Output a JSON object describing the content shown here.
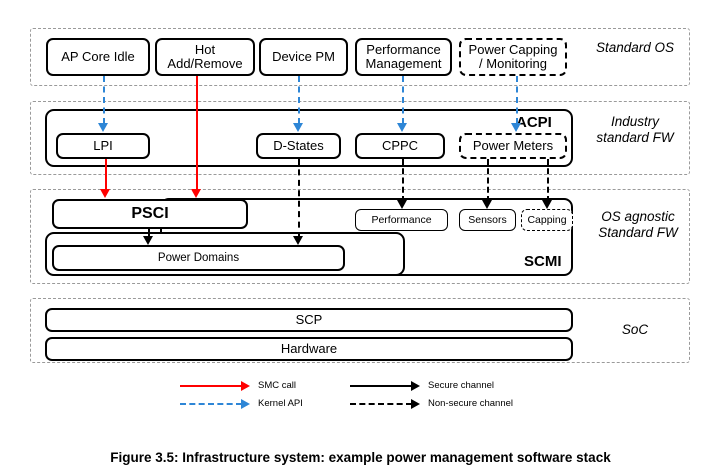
{
  "figure": {
    "caption": "Figure 3.5: Infrastructure system: example power management software stack"
  },
  "layers": [
    {
      "id": "standard-os",
      "label": "Standard\nOS"
    },
    {
      "id": "industry-fw",
      "label": "Industry\nstandard\nFW"
    },
    {
      "id": "os-agnostic-fw",
      "label": "OS agnostic\nStandard\nFW"
    },
    {
      "id": "soc",
      "label": "SoC"
    }
  ],
  "os_layer": {
    "nodes": [
      {
        "id": "ap-core-idle",
        "label": "AP Core Idle"
      },
      {
        "id": "hot-add-remove",
        "label": "Hot\nAdd/Remove"
      },
      {
        "id": "device-pm",
        "label": "Device PM"
      },
      {
        "id": "performance-management",
        "label": "Performance\nManagement"
      },
      {
        "id": "power-capping-monitoring",
        "label": "Power Capping\n/ Monitoring"
      }
    ]
  },
  "acpi_layer": {
    "title": "ACPI",
    "nodes": [
      {
        "id": "lpi",
        "label": "LPI"
      },
      {
        "id": "d-states",
        "label": "D-States"
      },
      {
        "id": "cppc",
        "label": "CPPC"
      },
      {
        "id": "power-meters",
        "label": "Power Meters"
      }
    ]
  },
  "fw_layer": {
    "psci_title": "PSCI",
    "scmi_title": "SCMI",
    "nodes": [
      {
        "id": "psci",
        "label": "PSCI"
      },
      {
        "id": "power-domains",
        "label": "Power Domains"
      },
      {
        "id": "performance",
        "label": "Performance"
      },
      {
        "id": "sensors",
        "label": "Sensors"
      },
      {
        "id": "capping",
        "label": "Capping"
      }
    ]
  },
  "soc_layer": {
    "nodes": [
      {
        "id": "scp",
        "label": "SCP"
      },
      {
        "id": "hardware",
        "label": "Hardware"
      }
    ]
  },
  "legend": {
    "items": [
      {
        "id": "smc-call",
        "label": "SMC call",
        "style": "solid",
        "color": "#ff0000"
      },
      {
        "id": "secure-channel",
        "label": "Secure channel",
        "style": "solid",
        "color": "#000000"
      },
      {
        "id": "kernel-api",
        "label": "Kernel API",
        "style": "dashed",
        "color": "#2e86d6"
      },
      {
        "id": "non-secure-channel",
        "label": "Non-secure channel",
        "style": "dashed",
        "color": "#000000"
      }
    ]
  },
  "colors": {
    "smc_red": "#ff0000",
    "kernel_blue": "#2e86d6",
    "channel_black": "#000000",
    "layer_border": "#9a9a9a"
  }
}
